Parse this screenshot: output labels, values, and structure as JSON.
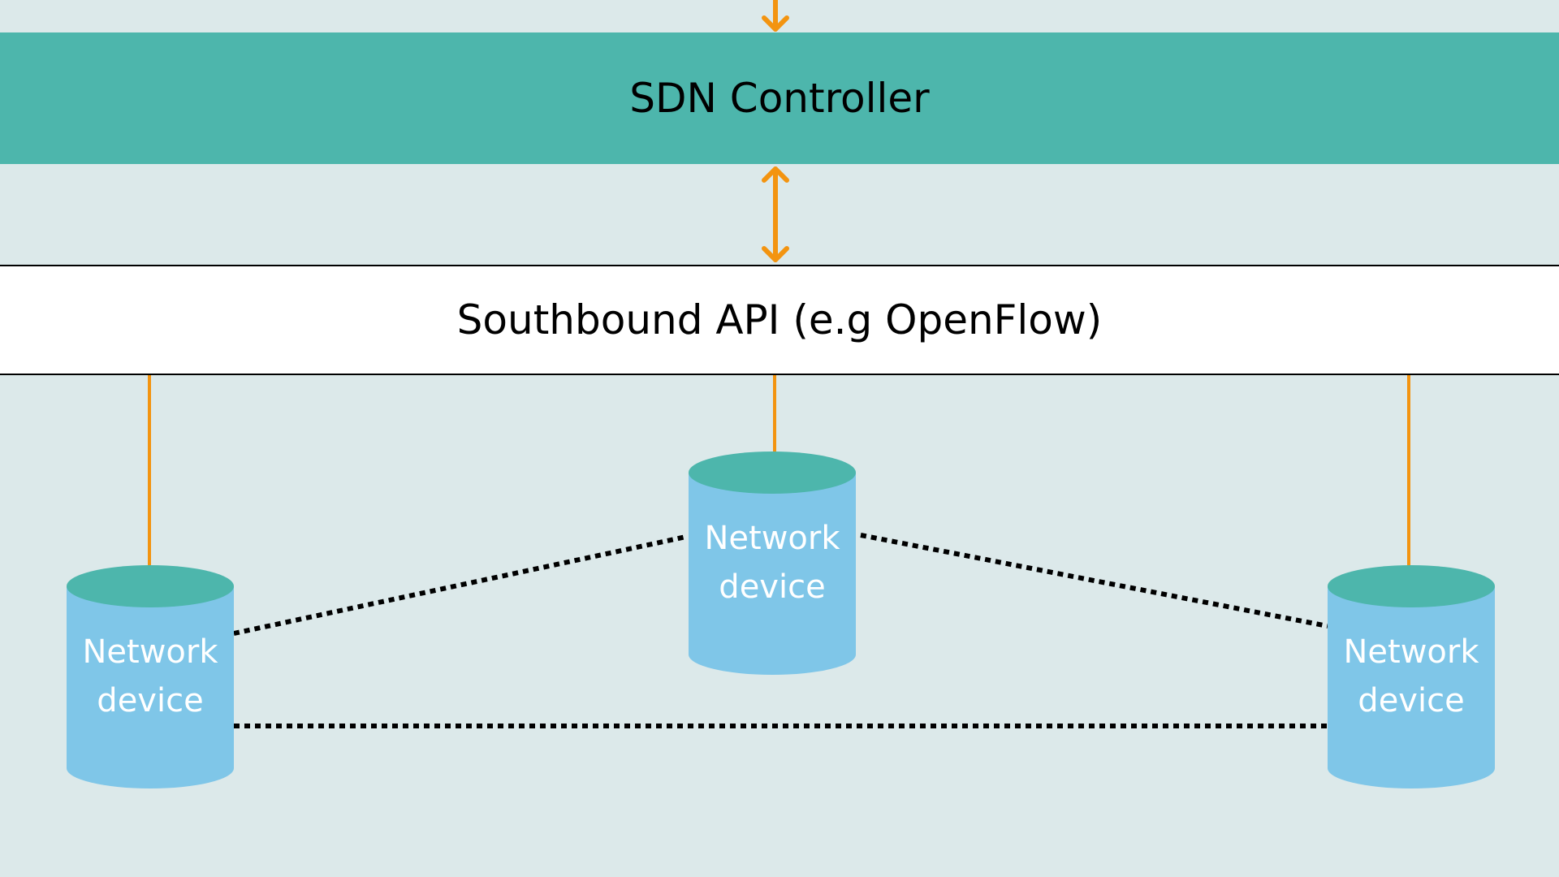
{
  "controller": {
    "label": "SDN Controller"
  },
  "southbound": {
    "label": "Southbound API (e.g OpenFlow)"
  },
  "devices": [
    {
      "line1": "Network",
      "line2": "device"
    },
    {
      "line1": "Network",
      "line2": "device"
    },
    {
      "line1": "Network",
      "line2": "device"
    }
  ],
  "colors": {
    "background": "#dce9ea",
    "controller": "#4db6ac",
    "device_body": "#7fc6e8",
    "device_top": "#4db6ac",
    "connector": "#f39410",
    "link": "#000000"
  }
}
